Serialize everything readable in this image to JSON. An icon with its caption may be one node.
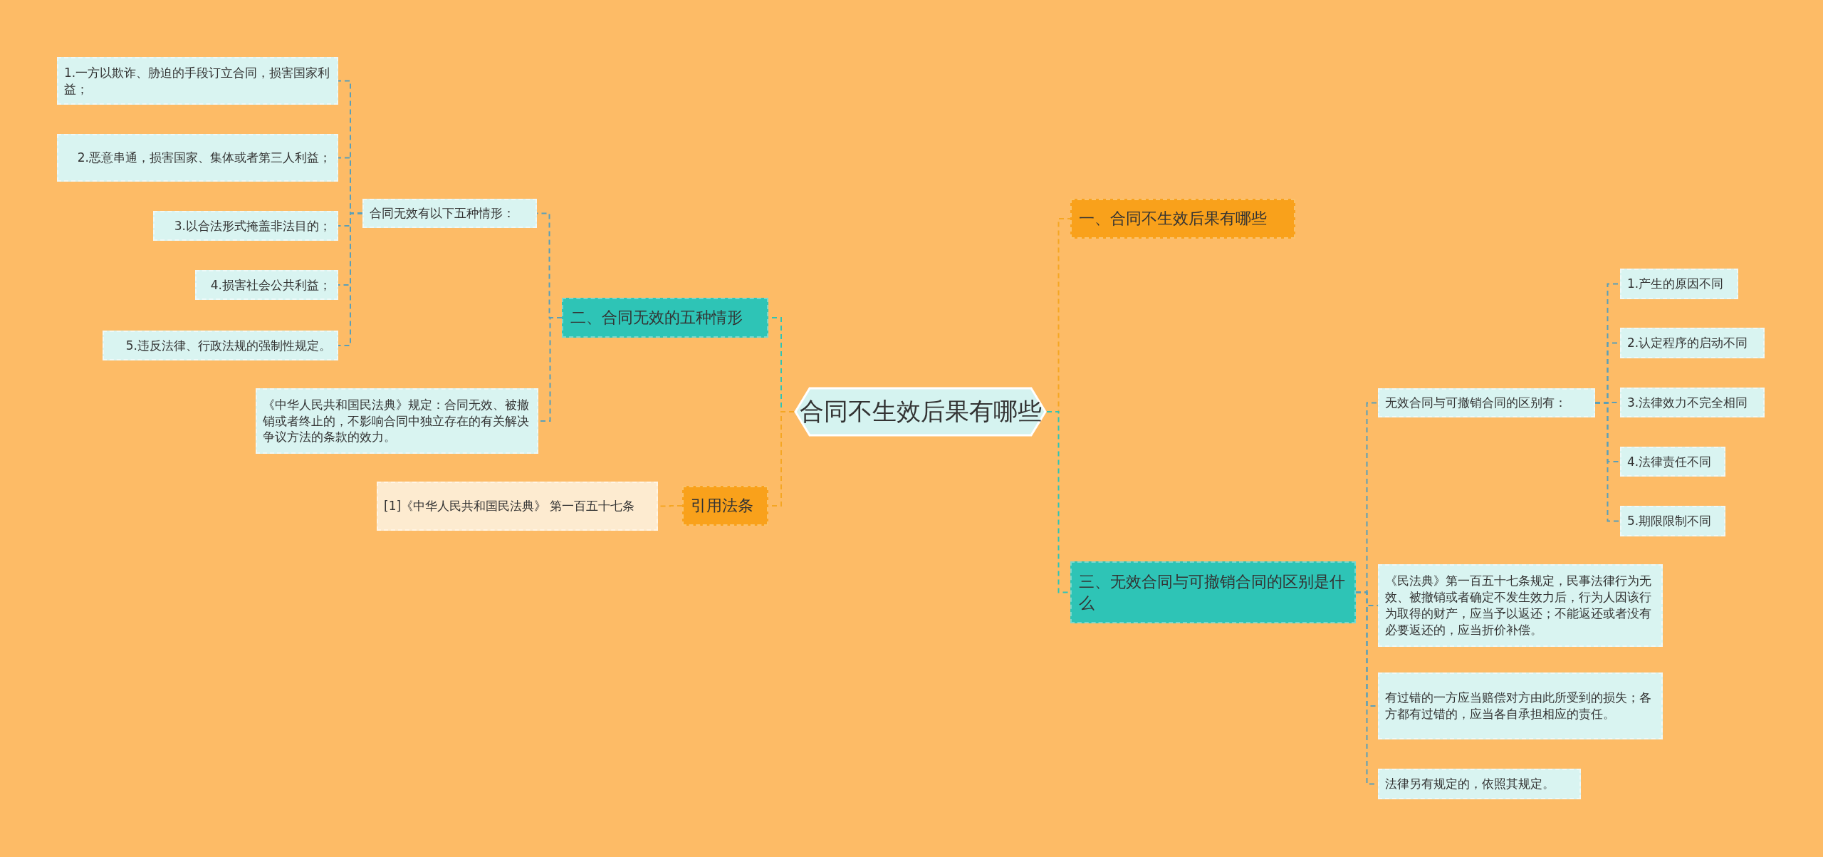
{
  "diagram": {
    "nodes": [
      {
        "text": [
          "合同不生效后果有哪些"
        ]
      },
      {
        "text": [
          "一、合同不生效后果有哪些"
        ]
      },
      {
        "text": [
          "二、合同无效的五种情形"
        ]
      },
      {
        "text": [
          "合同无效有以下五种情形："
        ]
      },
      {
        "text": [
          "1.一方以欺诈、胁迫的手段订立合同，损害国家利益；"
        ]
      },
      {
        "text": [
          "2.恶意串通，损害国家、集体或者第三人利益；"
        ]
      },
      {
        "text": [
          "3.以合法形式掩盖非法目的；"
        ]
      },
      {
        "text": [
          "4.损害社会公共利益；"
        ]
      },
      {
        "text": [
          "5.违反法律、行政法规的强制性规定。"
        ]
      },
      {
        "text": [
          "《中华人民共和国民法典》规定：合同无效、被撤销或者终止的，不影响合同中独立存在的有关解决争议方法的条款的效力。"
        ]
      },
      {
        "text": [
          "引用法条"
        ]
      },
      {
        "text": [
          "[1]《中华人民共和国民法典》 第一百五十七条"
        ]
      },
      {
        "text": [
          "三、无效合同与可撤销合同的区别是什么"
        ]
      },
      {
        "text": [
          "无效合同与可撤销合同的区别有："
        ]
      },
      {
        "text": [
          "1.产生的原因不同"
        ]
      },
      {
        "text": [
          "2.认定程序的启动不同"
        ]
      },
      {
        "text": [
          "3.法律效力不完全相同"
        ]
      },
      {
        "text": [
          "4.法律责任不同"
        ]
      },
      {
        "text": [
          "5.期限限制不同"
        ]
      },
      {
        "text": [
          "《民法典》第一百五十七条规定，民事法律行为无效、被撤销或者确定不发生效力后，行为人因该行为取得的财产，应当予以返还；不能返还或者没有必要返还的，应当折价补偿。"
        ]
      },
      {
        "text": [
          "有过错的一方应当赔偿对方由此所受到的损失；各方都有过错的，应当各自承担相应的责任。"
        ]
      },
      {
        "text": [
          "法律另有规定的，依照其规定。"
        ]
      }
    ],
    "edges": [
      {
        "from": 0,
        "to": 1,
        "arrow": "none",
        "style": "dashed",
        "color": "#f5a623"
      },
      {
        "from": 0,
        "to": 2,
        "arrow": "none",
        "style": "dashed",
        "color": "#2ec4b6"
      },
      {
        "from": 2,
        "to": 3,
        "arrow": "none",
        "style": "dashed"
      },
      {
        "from": 3,
        "to": 4,
        "arrow": "none",
        "style": "dashed"
      },
      {
        "from": 3,
        "to": 5,
        "arrow": "none",
        "style": "dashed"
      },
      {
        "from": 3,
        "to": 6,
        "arrow": "none",
        "style": "dashed"
      },
      {
        "from": 3,
        "to": 7,
        "arrow": "none",
        "style": "dashed"
      },
      {
        "from": 3,
        "to": 8,
        "arrow": "none",
        "style": "dashed"
      },
      {
        "from": 2,
        "to": 9,
        "arrow": "none",
        "style": "dashed"
      },
      {
        "from": 0,
        "to": 10,
        "arrow": "none",
        "style": "dashed",
        "color": "#f5a623"
      },
      {
        "from": 10,
        "to": 11,
        "arrow": "none",
        "style": "dashed",
        "color": "#f5a623"
      },
      {
        "from": 0,
        "to": 12,
        "arrow": "none",
        "style": "dashed",
        "color": "#2ec4b6"
      },
      {
        "from": 12,
        "to": 13,
        "arrow": "none",
        "style": "dashed"
      },
      {
        "from": 13,
        "to": 14,
        "arrow": "none",
        "style": "dashed"
      },
      {
        "from": 13,
        "to": 15,
        "arrow": "none",
        "style": "dashed"
      },
      {
        "from": 13,
        "to": 16,
        "arrow": "none",
        "style": "dashed"
      },
      {
        "from": 13,
        "to": 17,
        "arrow": "none",
        "style": "dashed"
      },
      {
        "from": 13,
        "to": 18,
        "arrow": "none",
        "style": "dashed"
      },
      {
        "from": 12,
        "to": 19,
        "arrow": "none",
        "style": "dashed"
      },
      {
        "from": 12,
        "to": 20,
        "arrow": "none",
        "style": "dashed"
      },
      {
        "from": 12,
        "to": 21,
        "arrow": "none",
        "style": "dashed"
      }
    ]
  }
}
